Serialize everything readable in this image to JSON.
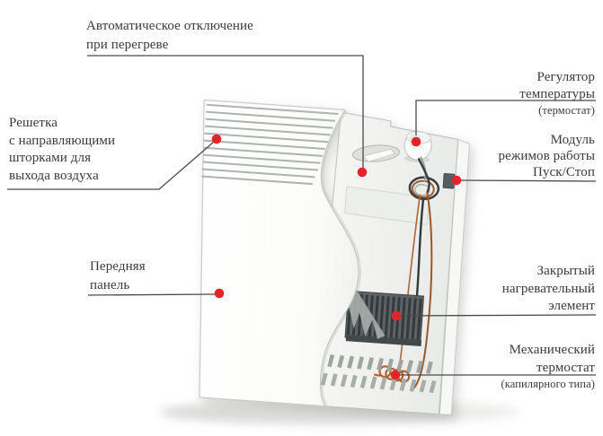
{
  "diagram": {
    "labels": {
      "auto_shutoff": "Автоматическое отключение\nпри перегреве",
      "temp_regulator": "Регулятор\nтемпературы",
      "temp_regulator_sub": "(термостат)",
      "air_grille": "Решетка\nс направляющими\nшторками для\nвыхода воздуха",
      "mode_module": "Модуль\nрежимов работы\nПуск/Стоп",
      "front_panel": "Передняя\nпанель",
      "heating_element": "Закрытый\nнагревательный\nэлемент",
      "mech_thermostat": "Механический\nтермостат",
      "mech_thermostat_sub": "(капилярного типа)"
    },
    "colors": {
      "marker": "#e5232b",
      "leader_line": "#4a4a4b",
      "text": "#3a3a3c"
    }
  }
}
